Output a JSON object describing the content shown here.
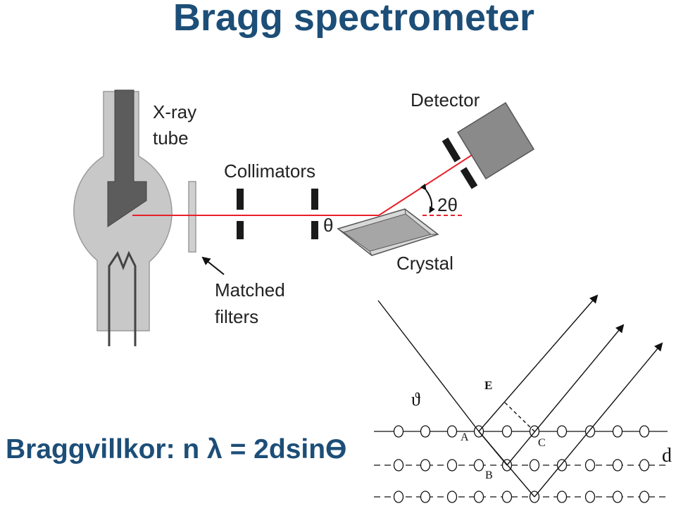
{
  "title": "Bragg spectrometer",
  "formula": "Braggvillkor: n λ = 2dsinϴ",
  "spectrometer": {
    "xray_tube_line1": "X-ray",
    "xray_tube_line2": "tube",
    "collimators": "Collimators",
    "detector": "Detector",
    "two_theta": "2θ",
    "theta": "θ",
    "crystal": "Crystal",
    "matched_filters_line1": "Matched",
    "matched_filters_line2": "filters"
  },
  "lattice": {
    "theta": "ϑ",
    "point_e": "E",
    "point_a": "A",
    "point_b": "B",
    "point_c": "C",
    "spacing_d": "d"
  },
  "colors": {
    "title": "#1c4e78",
    "beam": "#e8202a",
    "tube": "#c8c8c8",
    "detector": "#8a8a8a"
  }
}
